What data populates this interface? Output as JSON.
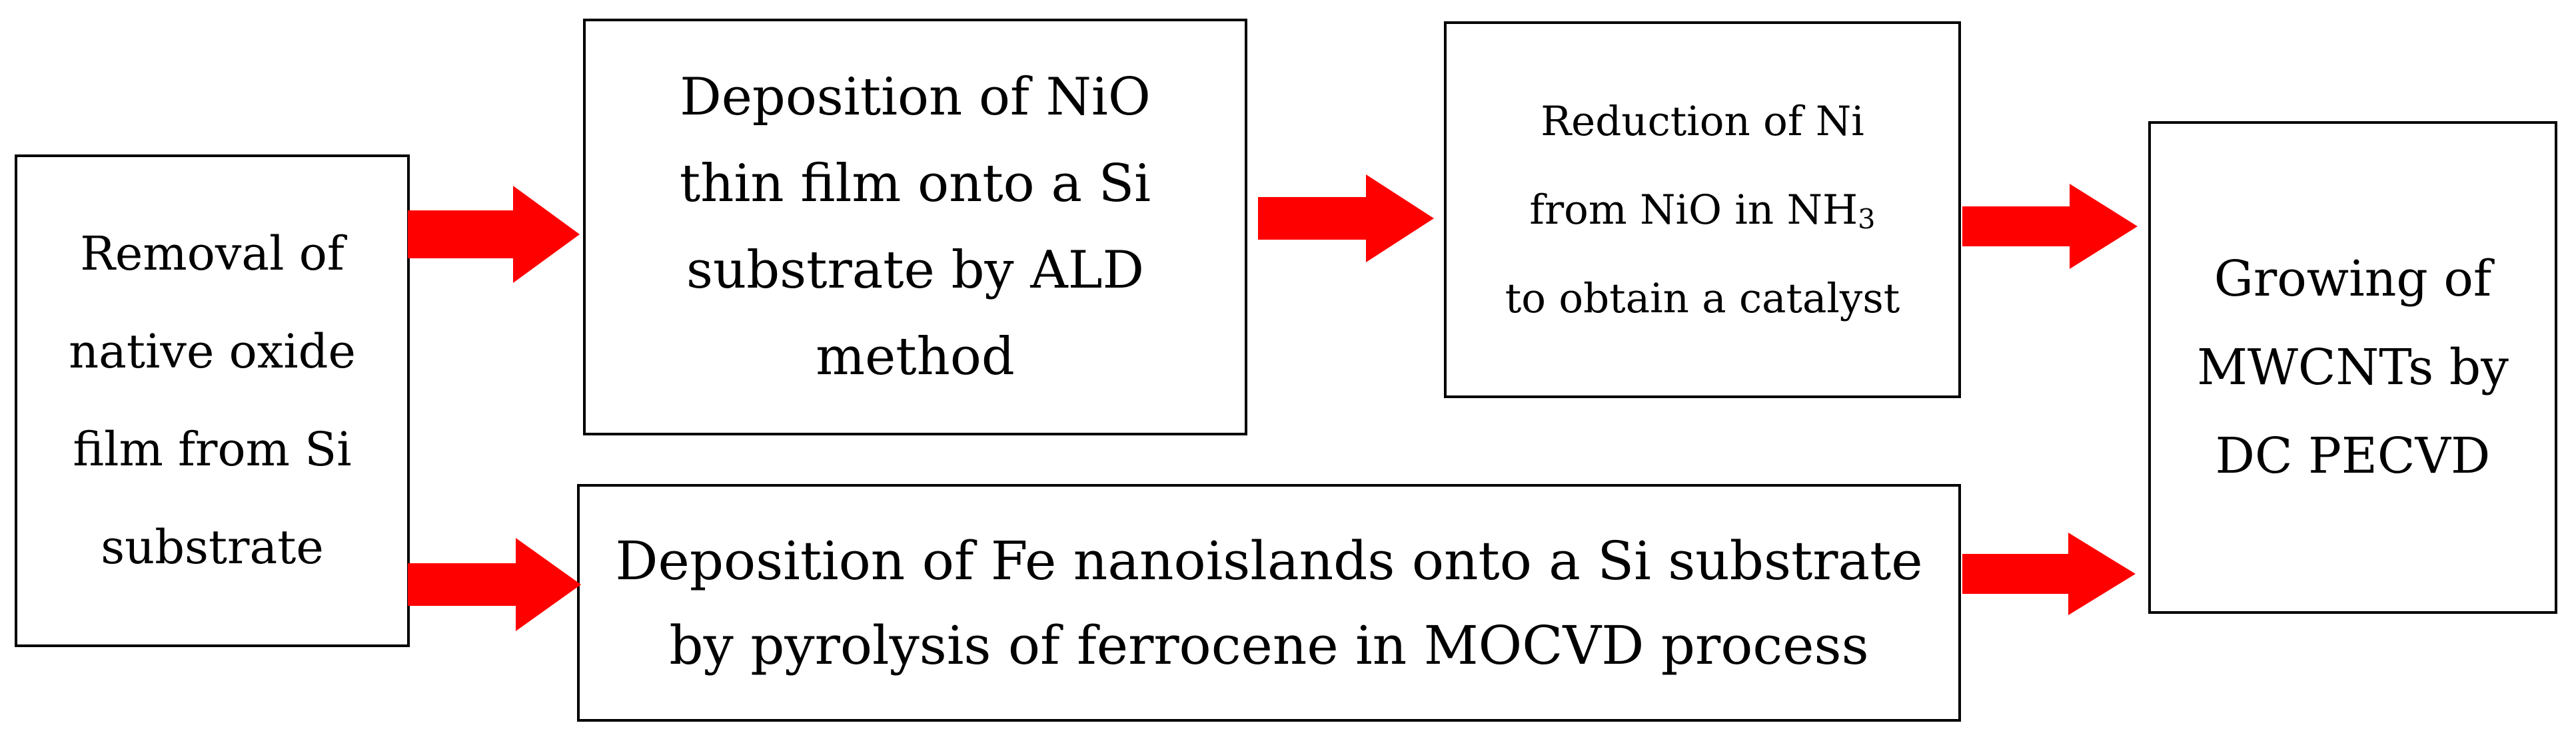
{
  "colors": {
    "arrow": "#ff0000",
    "border": "#000000",
    "text": "#000000",
    "background": "#ffffff"
  },
  "steps": {
    "removal": {
      "lines": [
        "Removal of",
        "native oxide",
        "film from Si",
        "substrate"
      ]
    },
    "nio_deposition": {
      "lines": [
        "Deposition of NiO",
        "thin film onto a Si",
        "substrate by ALD",
        "method"
      ]
    },
    "reduction": {
      "line1": "Reduction of Ni",
      "line2_main": "from NiO in NH",
      "line2_sub": "3",
      "line3": "to obtain a catalyst"
    },
    "fe_deposition": {
      "lines": [
        "Deposition of Fe nanoislands onto a Si substrate",
        "by pyrolysis of ferrocene in MOCVD process"
      ]
    },
    "growing": {
      "lines": [
        "Growing of",
        "MWCNTs by",
        "DC PECVD"
      ]
    }
  }
}
